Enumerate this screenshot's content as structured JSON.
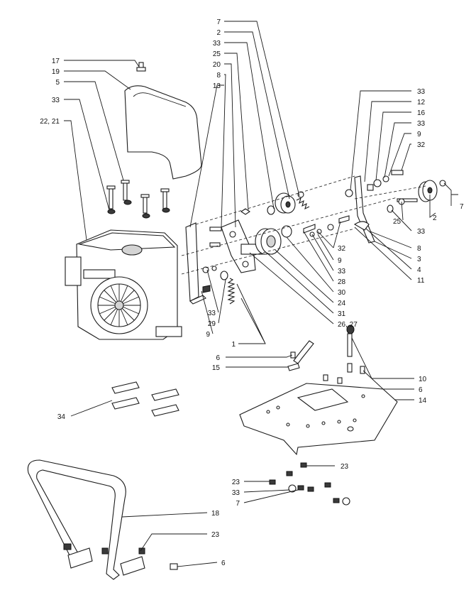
{
  "callouts": {
    "c_7_top": "7",
    "c_2_top": "2",
    "c_33_top": "33",
    "c_25_top": "25",
    "c_20": "20",
    "c_8_top": "8",
    "c_13": "13",
    "c_17": "17",
    "c_19": "19",
    "c_5": "5",
    "c_33_left": "33",
    "c_22_21": "22, 21",
    "c_33_r1": "33",
    "c_12": "12",
    "c_16": "16",
    "c_33_r2": "33",
    "c_9_r": "9",
    "c_32_r": "32",
    "c_7_r": "7",
    "c_2_r": "2",
    "c_25_r": "25",
    "c_33_r3": "33",
    "c_32_mid": "32",
    "c_9_mid": "9",
    "c_33_mid": "33",
    "c_28": "28",
    "c_30": "30",
    "c_24": "24",
    "c_31": "31",
    "c_26_27": "26, 27",
    "c_8_r": "8",
    "c_3": "3",
    "c_4": "4",
    "c_11": "11",
    "c_33_low": "33",
    "c_29": "29",
    "c_9_low": "9",
    "c_1": "1",
    "c_6_a": "6",
    "c_15": "15",
    "c_10": "10",
    "c_6_b": "6",
    "c_14": "14",
    "c_34": "34",
    "c_23_a": "23",
    "c_23_b": "23",
    "c_33_b": "33",
    "c_7_b": "7",
    "c_18": "18",
    "c_23_c": "23",
    "c_6_c": "6"
  }
}
